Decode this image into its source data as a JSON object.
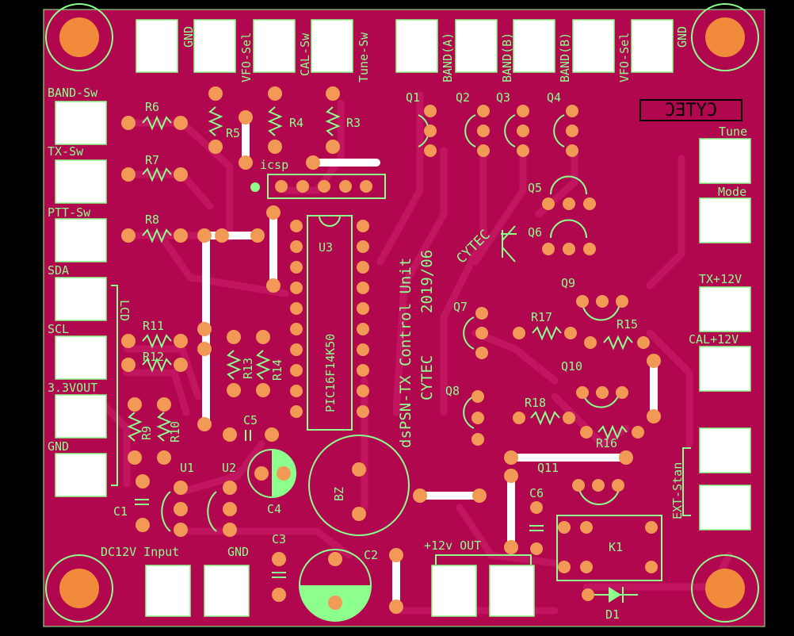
{
  "board": {
    "title": "dsPSN-TX Control Unit",
    "date": "2019/06",
    "maker": "CYTEC",
    "logo_text": "CYTEC",
    "colors": {
      "substrate": "#b0074f",
      "silk": "#8cff8c",
      "pad": "#f29a55",
      "pad_square": "#ffffff",
      "background": "#000000",
      "mounting_hole": "#f28a3c"
    }
  },
  "top_connectors": [
    "GND",
    "VFO-Sel",
    "CAL-Sw",
    "Tune-Sw",
    "BAND(A)",
    "BAND(B)",
    "BAND(B)",
    "VFO-Sel",
    "GND"
  ],
  "left_connectors": [
    "BAND-Sw",
    "TX-Sw",
    "PTT-Sw",
    "SDA",
    "SCL",
    "3.3VOUT",
    "GND"
  ],
  "right_connectors": [
    "Tune",
    "Mode",
    "TX+12V",
    "CAL+12V",
    "EXT-Stan"
  ],
  "bottom_connectors": [
    "DC12V Input",
    "GND",
    "+12v OUT"
  ],
  "components": {
    "resistors": [
      "R3",
      "R4",
      "R5",
      "R6",
      "R7",
      "R8",
      "R9",
      "R10",
      "R11",
      "R12",
      "R13",
      "R14",
      "R15",
      "R16",
      "R17",
      "R18"
    ],
    "transistors": [
      "Q1",
      "Q2",
      "Q3",
      "Q4",
      "Q5",
      "Q6",
      "Q7",
      "Q8",
      "Q9",
      "Q10",
      "Q11"
    ],
    "capacitors": [
      "C1",
      "C2",
      "C3",
      "C4",
      "C5",
      "C6"
    ],
    "regulators": [
      "U1",
      "U2"
    ],
    "mcu": {
      "ref": "U3",
      "part": "PIC16F14K50"
    },
    "buzzer": "BZ",
    "relay": "K1",
    "diode": "D1",
    "header": "icsp",
    "lcd_label": "LCD"
  }
}
